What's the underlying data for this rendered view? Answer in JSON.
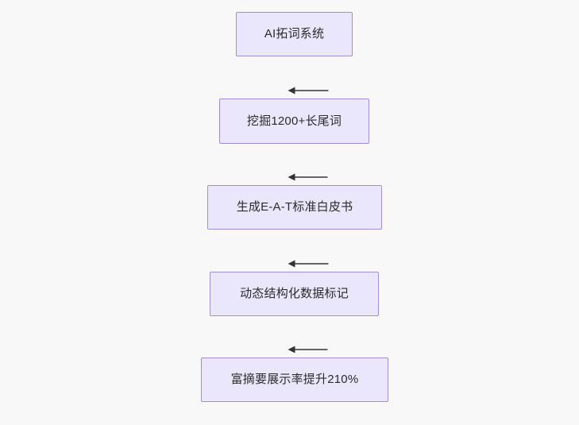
{
  "diagram": {
    "type": "flowchart",
    "direction": "top-to-bottom",
    "background_color": "#f8f8f8",
    "node_fill_color": "#eae7fc",
    "node_border_color": "#a58bd6",
    "edge_color": "#666666",
    "arrowhead_color": "#333333",
    "text_color": "#2b2b2b",
    "nodes": [
      {
        "id": "n1",
        "label": "AI拓词系统"
      },
      {
        "id": "n2",
        "label": "挖掘1200+长尾词"
      },
      {
        "id": "n3",
        "label": "生成E-A-T标准白皮书"
      },
      {
        "id": "n4",
        "label": "动态结构化数据标记"
      },
      {
        "id": "n5",
        "label": "富摘要展示率提升210%"
      }
    ],
    "edges": [
      {
        "from": "n1",
        "to": "n2",
        "label": ""
      },
      {
        "from": "n2",
        "to": "n3",
        "label": ""
      },
      {
        "from": "n3",
        "to": "n4",
        "label": ""
      },
      {
        "from": "n4",
        "to": "n5",
        "label": ""
      }
    ]
  }
}
